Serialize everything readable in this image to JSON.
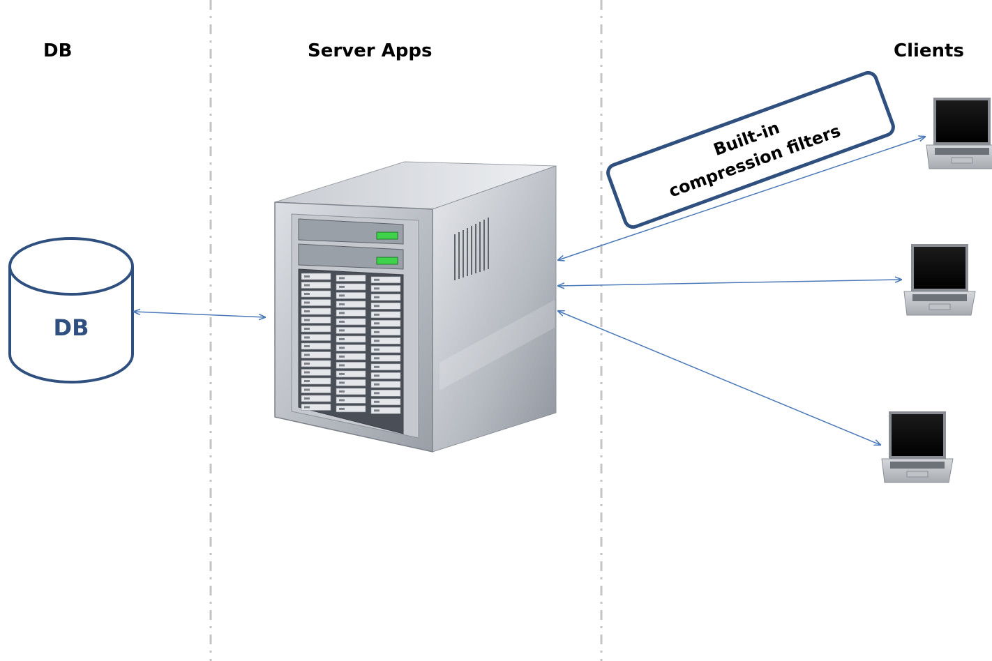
{
  "headers": {
    "db": "DB",
    "server": "Server Apps",
    "clients": "Clients"
  },
  "database": {
    "label": "DB"
  },
  "callout": {
    "line1": "Built-in",
    "line2": "compression filters"
  },
  "colors": {
    "accent": "#2f4f7f",
    "arrow": "#4a78b8",
    "divider": "#c4c4c4"
  },
  "icons": {
    "server": "server-tower-icon",
    "client": "laptop-icon"
  }
}
